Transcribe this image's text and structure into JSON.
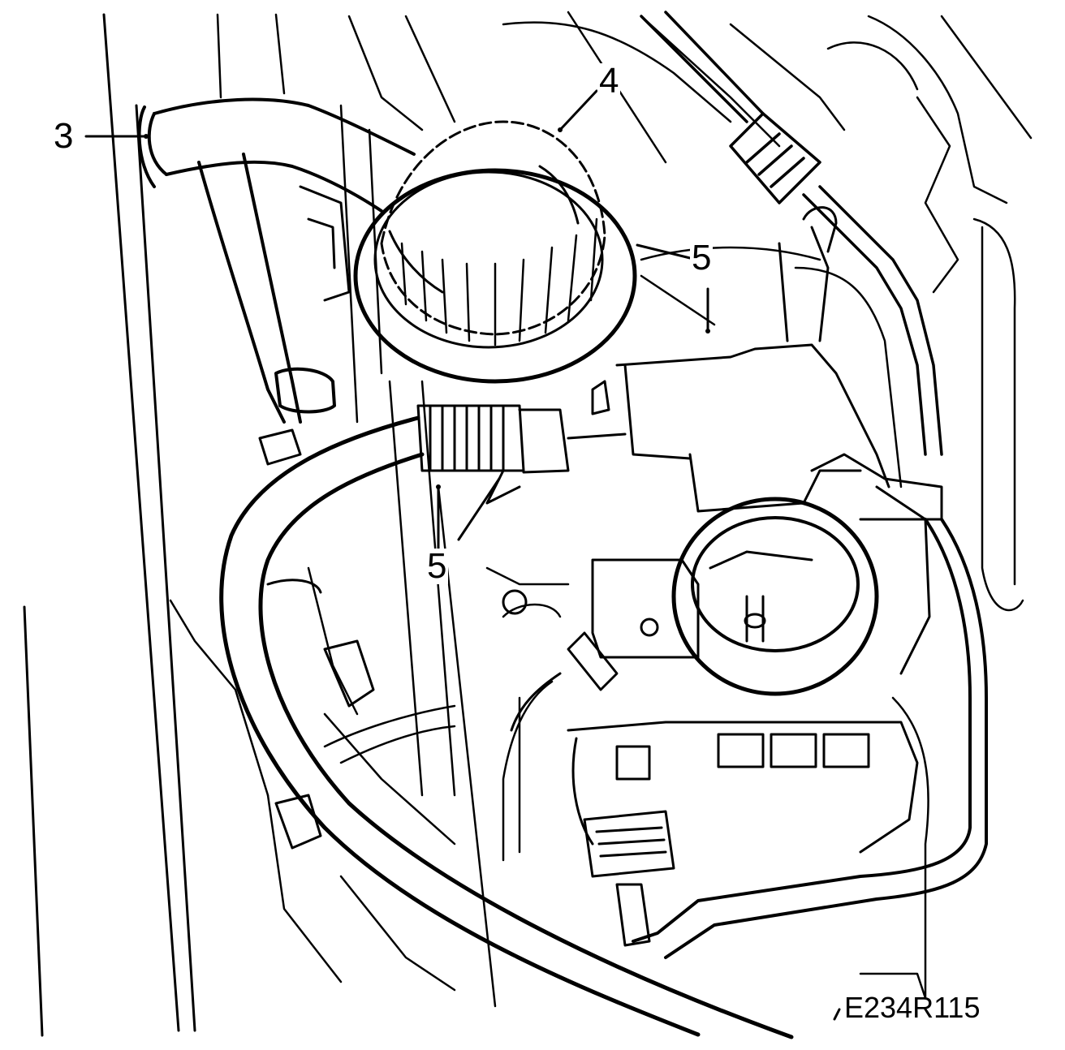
{
  "callouts": {
    "c3": "3",
    "c4": "4",
    "c5_top": "5",
    "c5_bottom": "5"
  },
  "reference_code": "E234R115",
  "colors": {
    "line": "#000000",
    "background": "#ffffff"
  }
}
